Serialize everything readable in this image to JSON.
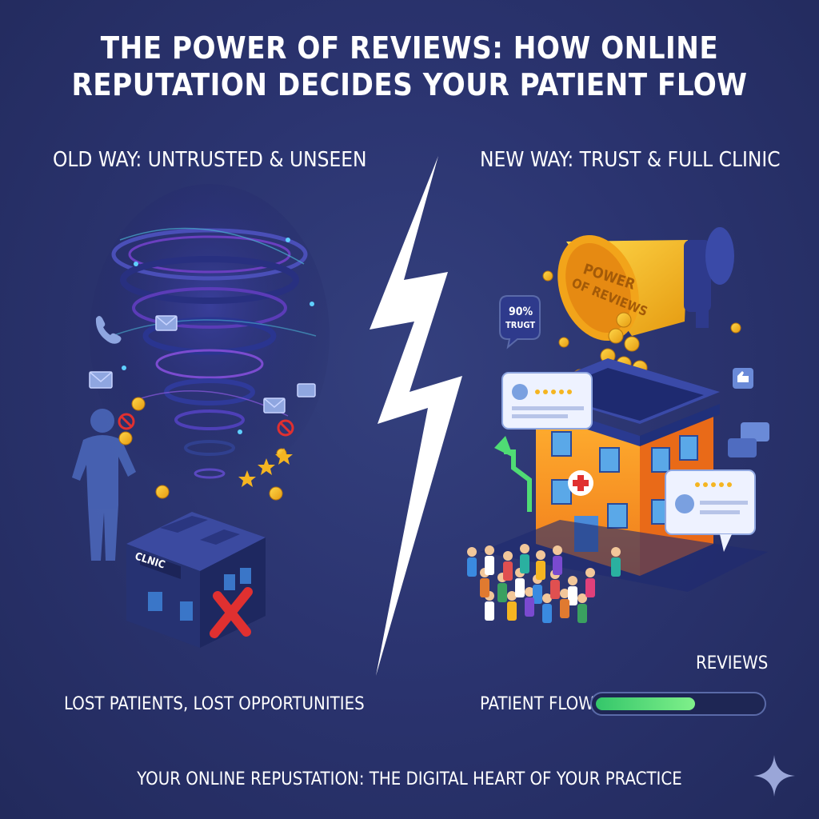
{
  "title": {
    "line1": "THE POWER OF REVIEWS: HOW ONLINE",
    "line2": "REPUTATION DECIDES YOUR PATIENT FLOW"
  },
  "left": {
    "heading": "OLD WAY: UNTRUSTED & UNSEEN",
    "clinic_sign": "CLNIC",
    "caption": "LOST PATIENTS, LOST OPPORTUNITIES"
  },
  "right": {
    "heading": "NEW WAY: TRUST & FULL CLINIC",
    "megaphone_text_1": "POWER",
    "megaphone_text_2": "OF REVIEWS",
    "trust_badge_1": "90%",
    "trust_badge_2": "TRUGT",
    "reviews_label": "REVIEWS",
    "patient_flow_label": "PATIENT FLOW",
    "patient_flow_level": 0.6
  },
  "footer": "YOUR ONLINE REPUSTATION: THE DIGITAL HEART OF YOUR PRACTICE",
  "colors": {
    "background": "#2b3470",
    "accent_gold": "#f5b521",
    "accent_green": "#4fdc74",
    "accent_red": "#e03030"
  }
}
